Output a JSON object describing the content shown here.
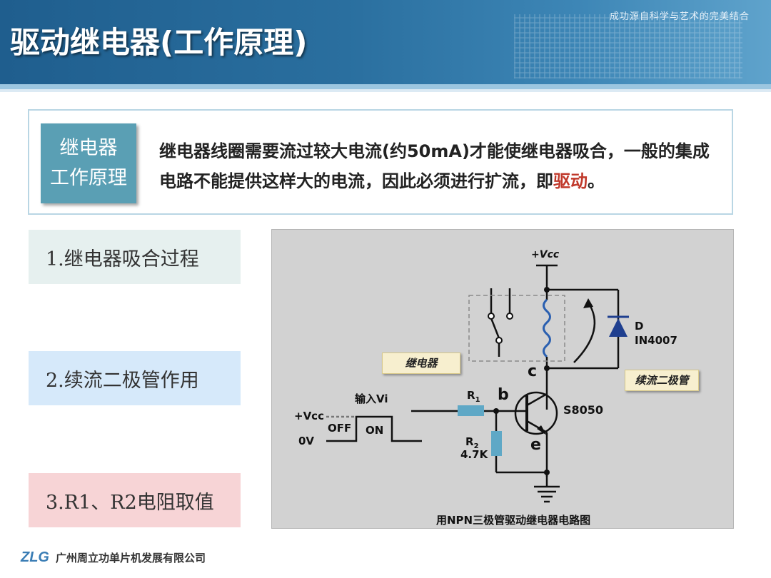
{
  "header": {
    "title": "驱动继电器(工作原理)",
    "slogan": "成功源自科学与艺术的完美结合"
  },
  "intro": {
    "label_line1": "继电器",
    "label_line2": "工作原理",
    "text_before": "继电器线圈需要流过较大电流(约50mA)才能使继电器吸合，一般的集成电路不能提供这样大的电流，因此必须进行扩流，即",
    "text_highlight": "驱动",
    "text_after": "。"
  },
  "steps": [
    {
      "label": "1.继电器吸合过程"
    },
    {
      "label": "2.续流二极管作用"
    },
    {
      "label": "3.R1、R2电阻取值"
    }
  ],
  "diagram": {
    "vcc_top": "+Vcc",
    "diode_label": "D",
    "diode_part": "IN4007",
    "relay_callout": "继电器",
    "diode_callout": "续流二极管",
    "input_label": "输入Vi",
    "vcc_input": "+Vcc",
    "zero_v": "0V",
    "off": "OFF",
    "on": "ON",
    "r1": "R",
    "r1_sub": "1",
    "r2": "R",
    "r2_sub": "2",
    "r2_value": "4.7K",
    "pin_b": "b",
    "pin_c": "c",
    "pin_e": "e",
    "transistor": "S8050",
    "caption": "用NPN三极管驱动继电器电路图"
  },
  "footer": {
    "company": "广州周立功单片机发展有限公司",
    "logo_text": "ZLG"
  },
  "colors": {
    "header": "#2a6f9f",
    "label_box": "#5a9fb4",
    "highlight": "#c0392b",
    "diagram_bg": "#d2d2d2",
    "resistor": "#5fa8c6",
    "diode": "#1f3f8f",
    "coil": "#2a5fb0"
  }
}
